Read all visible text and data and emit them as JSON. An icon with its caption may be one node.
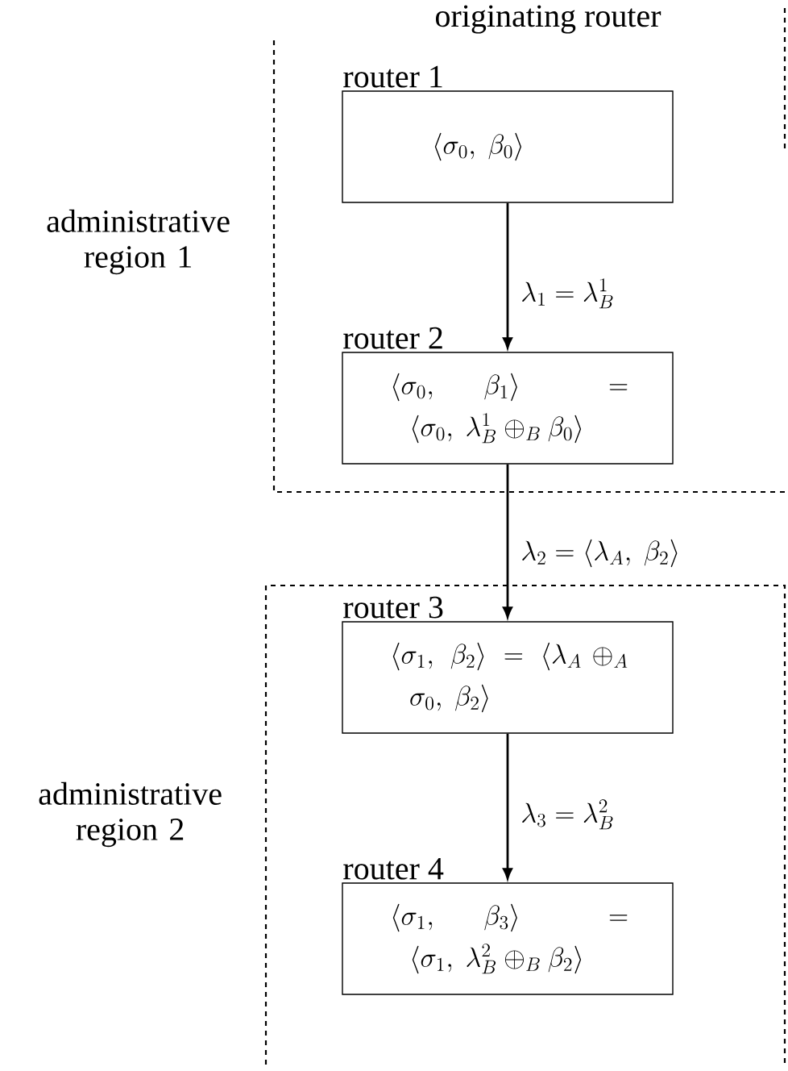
{
  "diagram": {
    "nodes": [
      {
        "text": [
          "administrative region 1"
        ]
      },
      {
        "text": [
          "router 1",
          "\\langle\\sigma_0,\\ \\beta_0\\rangle"
        ],
        "in": 0,
        "beside": [
          "originating router"
        ]
      },
      {
        "text": [
          "router 2",
          "\\langle\\sigma_0,\\ \\beta_1\\rangle = \\langle\\sigma_0,\\ \\lambda_B^1 \\oplus_B \\beta_0\\rangle"
        ],
        "in": 0
      },
      {
        "text": [
          "administrative region 2"
        ]
      },
      {
        "text": [
          "router 3",
          "\\langle\\sigma_1,\\ \\beta_2\\rangle = \\langle\\lambda_A \\oplus_A \\sigma_0,\\ \\beta_2\\rangle"
        ],
        "in": 3
      },
      {
        "text": [
          "router 4",
          "\\langle\\sigma_1,\\ \\beta_3\\rangle = \\langle\\sigma_1,\\ \\lambda_B^2 \\oplus_B \\beta_2\\rangle"
        ],
        "in": 3
      }
    ],
    "edges": [
      {
        "from": 1,
        "to": 2,
        "arrow": "to",
        "label": "\\lambda_1 = \\lambda_B^1"
      },
      {
        "from": 2,
        "to": 4,
        "arrow": "to",
        "label": "\\lambda_2 = \\langle\\lambda_A,\\ \\beta_2\\rangle"
      },
      {
        "from": 4,
        "to": 5,
        "arrow": "to",
        "label": "\\lambda_3 = \\lambda_B^2"
      }
    ]
  }
}
